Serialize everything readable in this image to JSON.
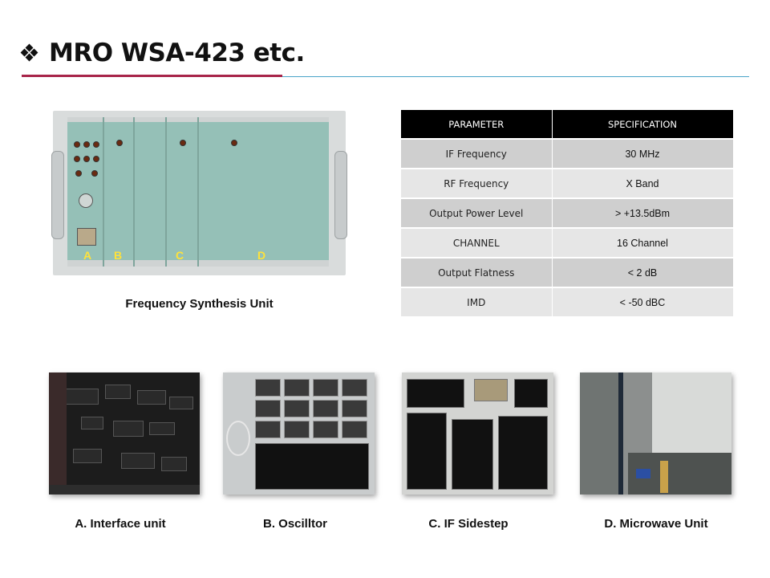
{
  "title": "MRO WSA-423 etc.",
  "rack": {
    "letters": [
      "A",
      "B",
      "C",
      "D"
    ],
    "caption": "Frequency Synthesis Unit"
  },
  "spec_table": {
    "headers": [
      "PARAMETER",
      "SPECIFICATION"
    ],
    "rows": [
      {
        "parameter": "IF Frequency",
        "spec": "30 MHz"
      },
      {
        "parameter": "RF Frequency",
        "spec": "X Band"
      },
      {
        "parameter": "Output Power Level",
        "spec": ">   +13.5dBm"
      },
      {
        "parameter": "CHANNEL",
        "spec": "16 Channel"
      },
      {
        "parameter": "Output Flatness",
        "spec": "<  2  dB"
      },
      {
        "parameter": "IMD",
        "spec": "<  -50 dBC"
      }
    ]
  },
  "boards": [
    {
      "caption": "A. Interface unit"
    },
    {
      "caption": "B. Oscilltor"
    },
    {
      "caption": "C. IF Sidestep"
    },
    {
      "caption": "D. Microwave Unit"
    }
  ],
  "colors": {
    "accent_red": "#a8254a",
    "accent_blue": "#4aa3c9",
    "table_header": "#000000",
    "panel_green": "#9cc5bd"
  },
  "icons": [
    "diamond-bullet-icon"
  ]
}
